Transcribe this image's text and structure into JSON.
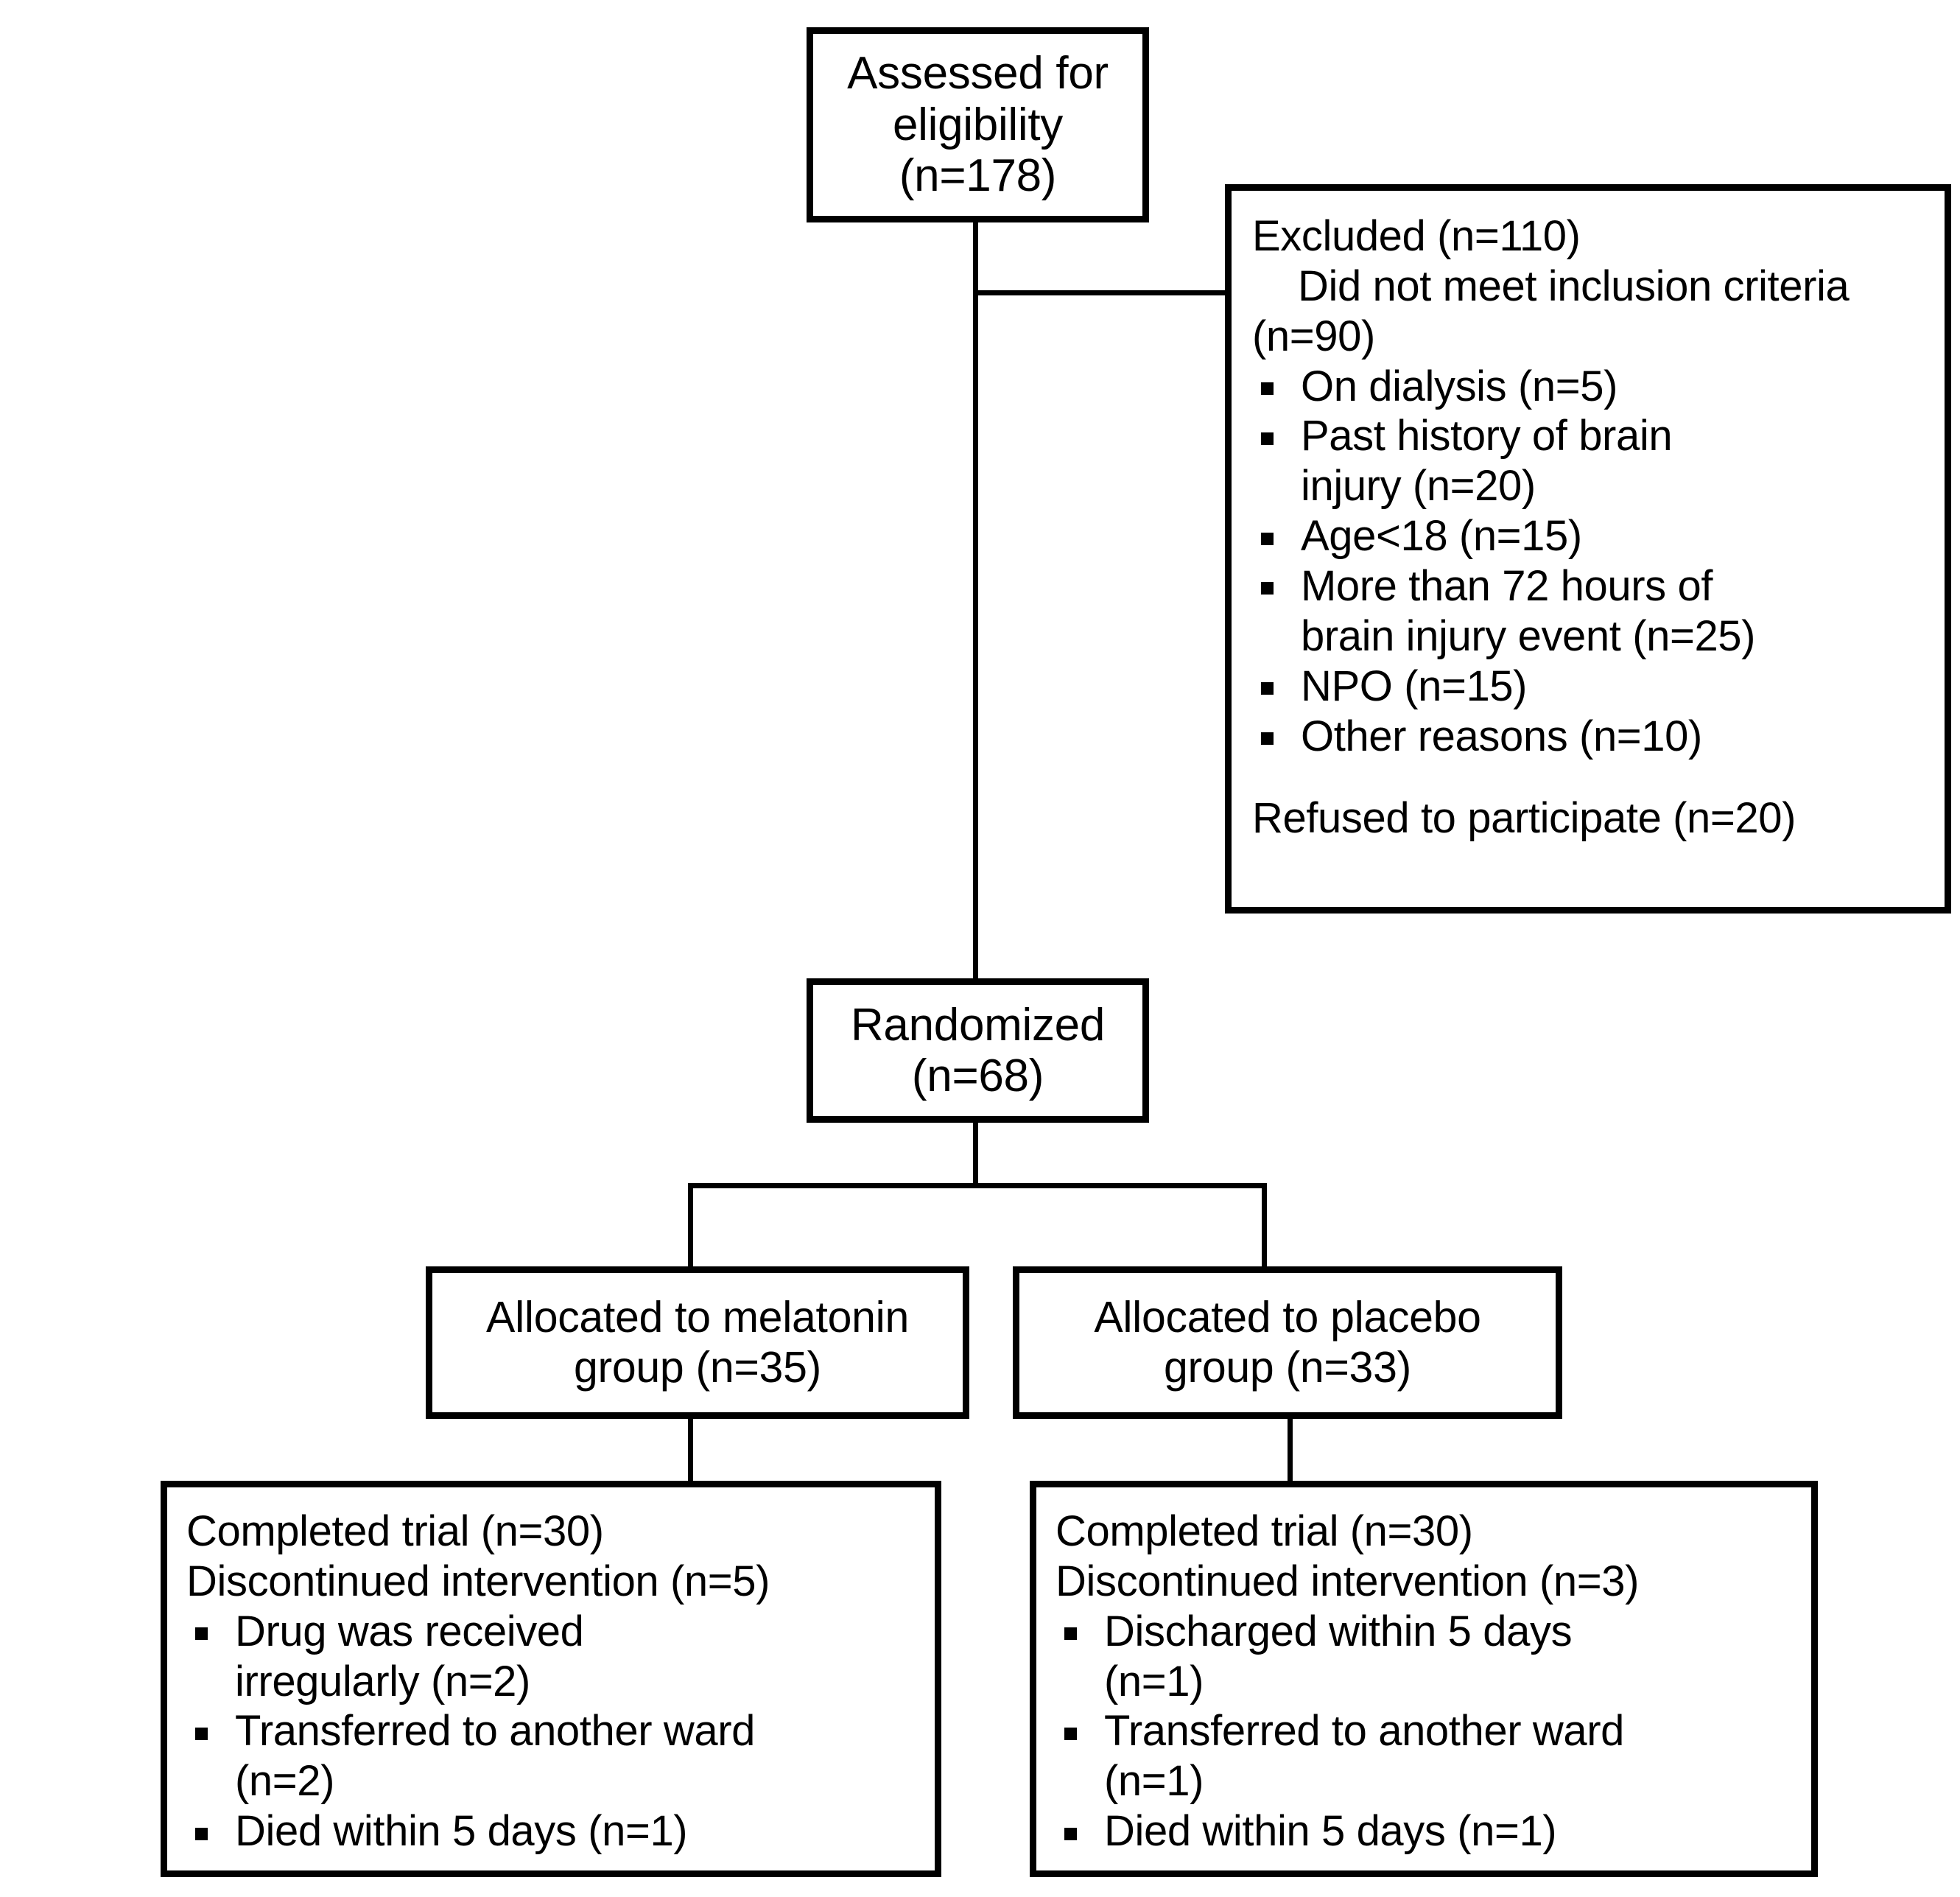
{
  "diagram": {
    "type": "consort-flow-diagram",
    "title": "CONSORT participant flow diagram",
    "colors": {
      "stroke": "#000000",
      "background": "#ffffff",
      "text": "#000000"
    }
  },
  "boxes": {
    "assessed": {
      "name": "assessed-for-eligibility",
      "lines": [
        "Assessed for",
        "eligibility",
        "(n=178)"
      ],
      "n": 178
    },
    "excluded": {
      "name": "excluded",
      "heading": "Excluded (n=110)",
      "n": 110,
      "subheading": "Did not meet inclusion criteria",
      "subheading_count": "(n=90)",
      "reasons": [
        "On dialysis (n=5)",
        "Past history of brain injury (n=20)",
        "Age<18 (n=15)",
        "More than 72 hours of brain injury event (n=25)",
        "NPO (n=15)",
        "Other reasons (n=10)"
      ],
      "footer": "Refused to participate (n=20)"
    },
    "randomized": {
      "name": "randomized",
      "lines": [
        "Randomized",
        "(n=68)"
      ],
      "n": 68
    },
    "alloc_melatonin": {
      "name": "allocated-melatonin",
      "lines": [
        "Allocated to melatonin",
        "group (n=35)"
      ],
      "n": 35
    },
    "alloc_placebo": {
      "name": "allocated-placebo",
      "lines": [
        "Allocated to placebo",
        "group (n=33)"
      ],
      "n": 33
    },
    "followup_melatonin": {
      "name": "followup-melatonin",
      "completed": "Completed trial (n=30)",
      "completed_n": 30,
      "discontinued": "Discontinued intervention (n=5)",
      "discontinued_n": 5,
      "reasons": [
        "Drug was received irregularly (n=2)",
        "Transferred to another ward (n=2)",
        "Died within 5 days (n=1)"
      ]
    },
    "followup_placebo": {
      "name": "followup-placebo",
      "completed": "Completed trial (n=30)",
      "completed_n": 30,
      "discontinued": "Discontinued intervention (n=3)",
      "discontinued_n": 3,
      "reasons": [
        "Discharged within 5 days (n=1)",
        "Transferred to another ward (n=1)",
        "Died within 5 days (n=1)"
      ]
    }
  },
  "text_fragments": {
    "assessed_l1": "Assessed for",
    "assessed_l2": "eligibility",
    "assessed_l3": "(n=178)",
    "excluded_head": "Excluded (n=110)",
    "excluded_sub1": "Did not meet inclusion criteria",
    "excluded_sub2": "(n=90)",
    "excl_r1": "On dialysis (n=5)",
    "excl_r2": "Past history of brain",
    "excl_r2b": "injury (n=20)",
    "excl_r3": "Age<18 (n=15)",
    "excl_r4": "More than 72 hours of",
    "excl_r4b": "brain injury event (n=25)",
    "excl_r5": "NPO (n=15)",
    "excl_r6": "Other reasons (n=10)",
    "excluded_footer": "Refused to participate (n=20)",
    "rand_l1": "Randomized",
    "rand_l2": "(n=68)",
    "allocm_l1": "Allocated to melatonin",
    "allocm_l2": "group (n=35)",
    "allocp_l1": "Allocated to placebo",
    "allocp_l2": "group (n=33)",
    "fum_completed": "Completed trial (n=30)",
    "fum_disc": "Discontinued intervention (n=5)",
    "fum_r1a": "Drug was received",
    "fum_r1b": "irregularly (n=2)",
    "fum_r2a": "Transferred to another ward",
    "fum_r2b": "(n=2)",
    "fum_r3": "Died within 5 days (n=1)",
    "fup_completed": "Completed trial (n=30)",
    "fup_disc": "Discontinued intervention (n=3)",
    "fup_r1a": "Discharged within 5 days",
    "fup_r1b": "(n=1)",
    "fup_r2a": "Transferred to another ward",
    "fup_r2b": "(n=1)",
    "fup_r3": "Died within 5 days (n=1)"
  },
  "chart_data": {
    "type": "diagram",
    "title": "CONSORT flow of participants",
    "nodes": [
      {
        "id": "assessed",
        "label": "Assessed for eligibility",
        "n": 178
      },
      {
        "id": "excluded",
        "label": "Excluded",
        "n": 110
      },
      {
        "id": "randomized",
        "label": "Randomized",
        "n": 68
      },
      {
        "id": "alloc_mel",
        "label": "Allocated to melatonin group",
        "n": 35
      },
      {
        "id": "alloc_pla",
        "label": "Allocated to placebo group",
        "n": 33
      },
      {
        "id": "fu_mel",
        "label": "Melatonin follow-up: completed 30, discontinued 5",
        "n": 35
      },
      {
        "id": "fu_pla",
        "label": "Placebo follow-up: completed 30, discontinued 3",
        "n": 33
      }
    ],
    "edges": [
      {
        "from": "assessed",
        "to": "excluded"
      },
      {
        "from": "assessed",
        "to": "randomized"
      },
      {
        "from": "randomized",
        "to": "alloc_mel"
      },
      {
        "from": "randomized",
        "to": "alloc_pla"
      },
      {
        "from": "alloc_mel",
        "to": "fu_mel"
      },
      {
        "from": "alloc_pla",
        "to": "fu_pla"
      }
    ],
    "exclusion_reasons": [
      {
        "reason": "Did not meet inclusion criteria",
        "n": 90
      },
      {
        "reason": "On dialysis",
        "n": 5
      },
      {
        "reason": "Past history of brain injury",
        "n": 20
      },
      {
        "reason": "Age<18",
        "n": 15
      },
      {
        "reason": "More than 72 hours of brain injury event",
        "n": 25
      },
      {
        "reason": "NPO",
        "n": 15
      },
      {
        "reason": "Other reasons",
        "n": 10
      },
      {
        "reason": "Refused to participate",
        "n": 20
      }
    ],
    "discontinuation_melatonin": [
      {
        "reason": "Drug was received irregularly",
        "n": 2
      },
      {
        "reason": "Transferred to another ward",
        "n": 2
      },
      {
        "reason": "Died within 5 days",
        "n": 1
      }
    ],
    "discontinuation_placebo": [
      {
        "reason": "Discharged within 5 days",
        "n": 1
      },
      {
        "reason": "Transferred to another ward",
        "n": 1
      },
      {
        "reason": "Died within 5 days",
        "n": 1
      }
    ]
  }
}
